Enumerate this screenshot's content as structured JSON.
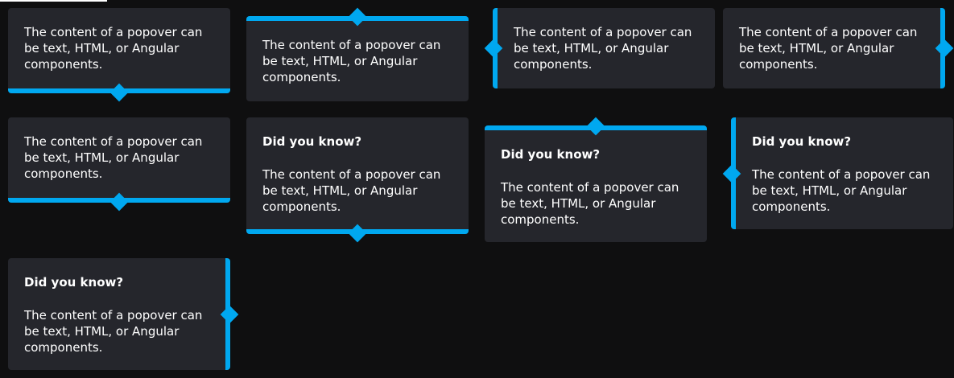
{
  "popovers": [
    {
      "title": "",
      "content": "The content of a popover can be text, HTML, or Angular components."
    },
    {
      "title": "",
      "content": "The content of a popover can be text, HTML, or Angular components."
    },
    {
      "title": "",
      "content": "The content of a popover can be text, HTML, or Angular components."
    },
    {
      "title": "",
      "content": "The content of a popover can be text, HTML, or Angular components."
    },
    {
      "title": "",
      "content": "The content of a popover can be text, HTML, or Angular components."
    },
    {
      "title": "Did you know?",
      "content": "The content of a popover can be text, HTML, or Angular components."
    },
    {
      "title": "Did you know?",
      "content": "The content of a popover can be text, HTML, or Angular components."
    },
    {
      "title": "Did you know?",
      "content": "The content of a popover can be text, HTML, or Angular components."
    },
    {
      "title": "Did you know?",
      "content": "The content of a popover can be text, HTML, or Angular components."
    }
  ],
  "colors": {
    "background": "#0f0f10",
    "popover_bg": "#25262c",
    "accent": "#00a8f0",
    "text": "#ffffff"
  }
}
